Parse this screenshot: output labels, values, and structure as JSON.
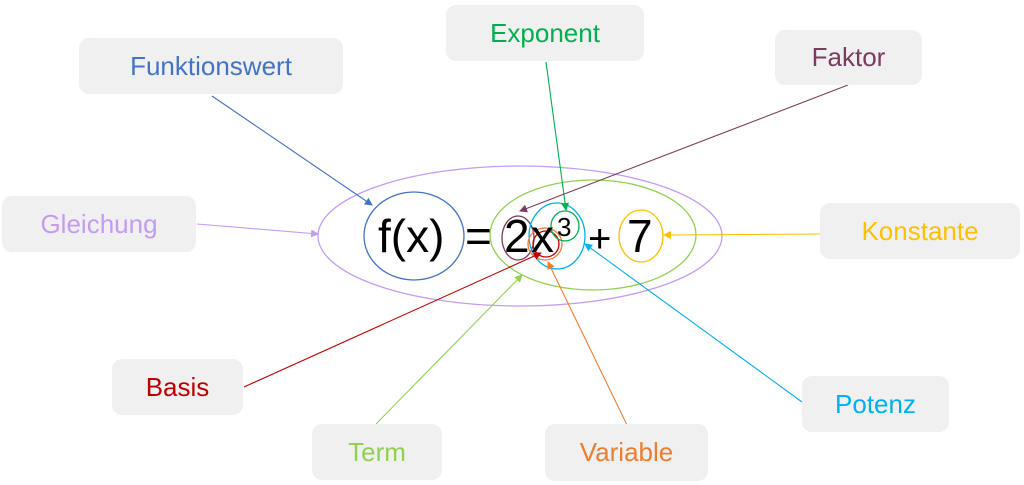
{
  "formula": {
    "lhs": "f(x)",
    "equals": "=",
    "factor": "2",
    "variable": "x",
    "exponent": "3",
    "plus": "+",
    "constant": "7"
  },
  "labels": {
    "funktionswert": {
      "text": "Funktionswert",
      "color": "#4472c4"
    },
    "exponent": {
      "text": "Exponent",
      "color": "#00b050"
    },
    "faktor": {
      "text": "Faktor",
      "color": "#7a3b5e"
    },
    "gleichung": {
      "text": "Gleichung",
      "color": "#c39bf5"
    },
    "konstante": {
      "text": "Konstante",
      "color": "#ffc000"
    },
    "basis": {
      "text": "Basis",
      "color": "#c00000"
    },
    "term": {
      "text": "Term",
      "color": "#92d050"
    },
    "variable": {
      "text": "Variable",
      "color": "#ed7d31"
    },
    "potenz": {
      "text": "Potenz",
      "color": "#00b0f0"
    }
  }
}
